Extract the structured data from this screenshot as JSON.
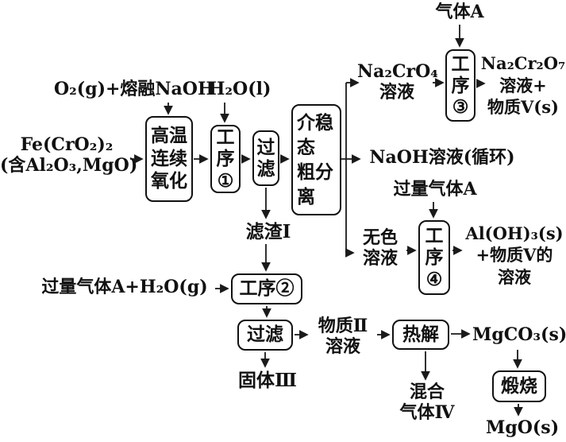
{
  "diagram": {
    "colors": {
      "ink": "#1a1a1a",
      "background": "#ffffff",
      "box_border": "#111111"
    },
    "nodes": {
      "o2_naoh": {
        "text": "O₂(g)+熔融NaOH"
      },
      "h2o": {
        "text": "H₂O(l)"
      },
      "feed": {
        "line1": "Fe(CrO₂)₂",
        "line2": "(含Al₂O₃,MgO)"
      },
      "oxidation_box": {
        "line1": "高温",
        "line2": "连续",
        "line3": "氧化"
      },
      "proc1_box": {
        "line1": "工",
        "line2": "序",
        "line3": "①"
      },
      "filter1_box": {
        "line1": "过",
        "line2": "滤"
      },
      "separation_box": {
        "line1": "介稳",
        "line2": "态",
        "line3": "粗分",
        "line4": "离"
      },
      "residue1": {
        "text": "滤渣Ⅰ"
      },
      "na2cro4": {
        "line1": "Na₂CrO₄",
        "line2": "溶液"
      },
      "gas_a": {
        "text": "气体A"
      },
      "proc3_box": {
        "line1": "工",
        "line2": "序",
        "line3": "③"
      },
      "na2cr2o7": {
        "line1": "Na₂Cr₂O₇",
        "line2": "溶液+",
        "line3": "物质Ⅴ(s)"
      },
      "naoh_recycle": {
        "text": "NaOH溶液(循环)"
      },
      "excess_gas_a": {
        "text": "过量气体A"
      },
      "colorless": {
        "line1": "无色",
        "line2": "溶液"
      },
      "proc4_box": {
        "line1": "工",
        "line2": "序",
        "line3": "④"
      },
      "aloh3": {
        "line1": "Al(OH)₃(s)",
        "line2": "+物质Ⅴ的",
        "line3": "溶液"
      },
      "excess_gas_a_h2o": {
        "text": "过量气体A+H₂O(g)"
      },
      "proc2_box": {
        "text": "工序②"
      },
      "filter2_box": {
        "text": "过滤"
      },
      "solid3": {
        "text": "固体Ⅲ"
      },
      "substance2": {
        "line1": "物质Ⅱ",
        "line2": "溶液"
      },
      "pyrolysis_box": {
        "text": "热解"
      },
      "mgco3": {
        "text": "MgCO₃(s)"
      },
      "mixed_gas4": {
        "line1": "混合",
        "line2": "气体Ⅳ"
      },
      "calcination_box": {
        "text": "煅烧"
      },
      "mgo": {
        "text": "MgO(s)"
      }
    }
  }
}
